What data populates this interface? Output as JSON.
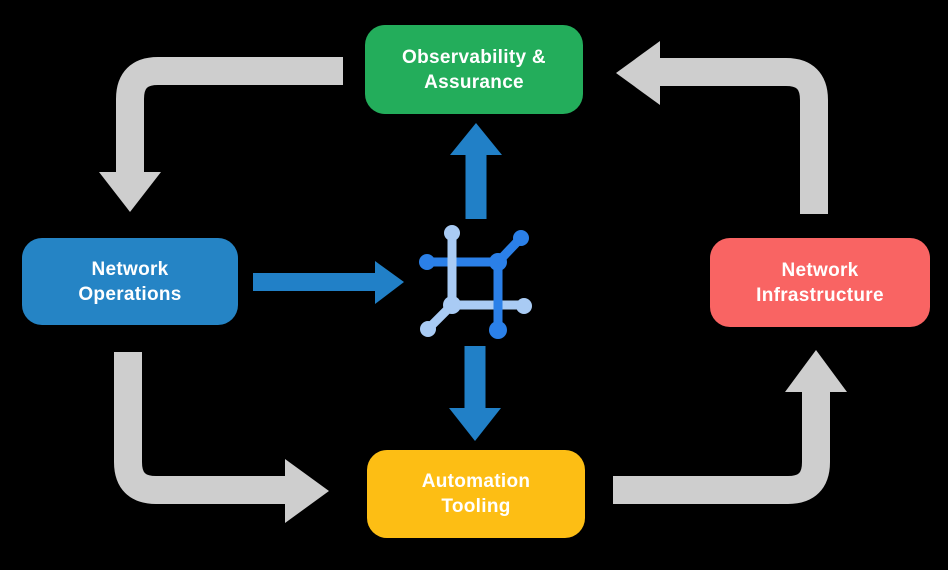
{
  "diagram": {
    "type": "cyclic-flow",
    "background_color": "#000000",
    "outer_arrow_color": "#CECECE",
    "hub_arrow_color": "#2180C7"
  },
  "nodes": {
    "observability": {
      "line1": "Observability &",
      "line2": "Assurance",
      "color": "#23AD5B"
    },
    "operations": {
      "line1": "Network",
      "line2": "Operations",
      "color": "#2584C5"
    },
    "infrastructure": {
      "line1": "Network",
      "line2": "Infrastructure",
      "color": "#F96463"
    },
    "automation": {
      "line1": "Automation",
      "line2": "Tooling",
      "color": "#FDBE14"
    }
  },
  "hub": {
    "icon": "network-mesh-icon",
    "color_primary": "#2B80E8",
    "color_secondary": "#A9CBF4"
  },
  "flows": {
    "outer_cycle": [
      {
        "from": "Observability & Assurance",
        "to": "Network Operations",
        "color": "#CECECE"
      },
      {
        "from": "Network Operations",
        "to": "Automation Tooling",
        "color": "#CECECE"
      },
      {
        "from": "Automation Tooling",
        "to": "Network Infrastructure",
        "color": "#CECECE"
      },
      {
        "from": "Network Infrastructure",
        "to": "Observability & Assurance",
        "color": "#CECECE"
      }
    ],
    "hub_links": [
      {
        "from": "Network Operations",
        "to": "hub",
        "color": "#2180C7"
      },
      {
        "from": "hub",
        "to": "Observability & Assurance",
        "color": "#2180C7"
      },
      {
        "from": "hub",
        "to": "Automation Tooling",
        "color": "#2180C7"
      }
    ]
  }
}
